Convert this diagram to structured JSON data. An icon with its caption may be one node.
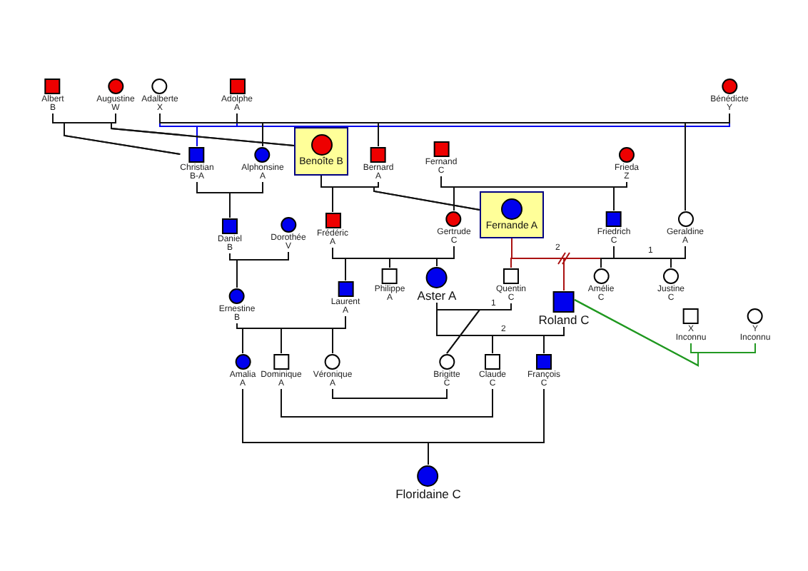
{
  "diagram": {
    "nodes": [
      {
        "text": [
          "Albert",
          "B"
        ]
      },
      {
        "text": [
          "Augustine",
          "W"
        ]
      },
      {
        "text": [
          "Adalberte",
          "X"
        ]
      },
      {
        "text": [
          "Adolphe",
          "A"
        ]
      },
      {
        "text": [
          "Bénédicte",
          "Y"
        ]
      },
      {
        "text": [
          "Christian",
          "B-A"
        ]
      },
      {
        "text": [
          "Alphonsine",
          "A"
        ]
      },
      {
        "text": [
          "Benoîte B"
        ]
      },
      {
        "text": [
          "Bernard",
          "A"
        ]
      },
      {
        "text": [
          "Fernand",
          "C"
        ]
      },
      {
        "text": [
          "Frieda",
          "Z"
        ]
      },
      {
        "text": [
          "Frédéric",
          "A"
        ]
      },
      {
        "text": [
          "Gertrude",
          "C"
        ]
      },
      {
        "text": [
          "Fernande A"
        ]
      },
      {
        "text": [
          "Friedrich",
          "C"
        ]
      },
      {
        "text": [
          "Geraldine",
          "A"
        ]
      },
      {
        "text": [
          "Daniel",
          "B"
        ]
      },
      {
        "text": [
          "Dorothée",
          "V"
        ]
      },
      {
        "text": [
          "Philippe",
          "A"
        ]
      },
      {
        "text": [
          "Aster A"
        ]
      },
      {
        "text": [
          "Laurent",
          "A"
        ]
      },
      {
        "text": [
          "Ernestine",
          "B"
        ]
      },
      {
        "text": [
          "Quentin",
          "C"
        ]
      },
      {
        "text": [
          "Amélie",
          "C"
        ]
      },
      {
        "text": [
          "Justine",
          "C"
        ]
      },
      {
        "text": [
          "Roland C"
        ]
      },
      {
        "text": [
          "X",
          "Inconnu"
        ]
      },
      {
        "text": [
          "Y",
          "Inconnu"
        ]
      },
      {
        "text": [
          "Amalia",
          "A"
        ]
      },
      {
        "text": [
          "Dominique",
          "A"
        ]
      },
      {
        "text": [
          "Véronique",
          "A"
        ]
      },
      {
        "text": [
          "Brigitte",
          "C"
        ]
      },
      {
        "text": [
          "Claude",
          "C"
        ]
      },
      {
        "text": [
          "François",
          "C"
        ]
      },
      {
        "text": [
          "Floridaine C"
        ]
      }
    ],
    "edges": [
      {
        "from": 2,
        "to": 5,
        "arrow": "none",
        "color": "#0000ee"
      },
      {
        "from": 3,
        "to": 5,
        "arrow": "none",
        "color": "#0000ee"
      },
      {
        "from": 4,
        "to": 5,
        "arrow": "none",
        "color": "#0000ee"
      },
      {
        "from": 2,
        "to": 6,
        "arrow": "none"
      },
      {
        "from": 3,
        "to": 6,
        "arrow": "none"
      },
      {
        "from": 4,
        "to": 6,
        "arrow": "none"
      },
      {
        "from": 2,
        "to": 8,
        "arrow": "none"
      },
      {
        "from": 3,
        "to": 8,
        "arrow": "none"
      },
      {
        "from": 4,
        "to": 8,
        "arrow": "none"
      },
      {
        "from": 2,
        "to": 15,
        "arrow": "none"
      },
      {
        "from": 3,
        "to": 15,
        "arrow": "none"
      },
      {
        "from": 4,
        "to": 15,
        "arrow": "none"
      },
      {
        "from": 0,
        "to": 5,
        "arrow": "none"
      },
      {
        "from": 1,
        "to": 5,
        "arrow": "none"
      },
      {
        "from": 0,
        "to": 7,
        "arrow": "none"
      },
      {
        "from": 1,
        "to": 7,
        "arrow": "none"
      },
      {
        "from": 5,
        "to": 16,
        "arrow": "none"
      },
      {
        "from": 6,
        "to": 16,
        "arrow": "none"
      },
      {
        "from": 7,
        "to": 11,
        "arrow": "none"
      },
      {
        "from": 8,
        "to": 11,
        "arrow": "none"
      },
      {
        "from": 7,
        "to": 13,
        "arrow": "none"
      },
      {
        "from": 8,
        "to": 13,
        "arrow": "none"
      },
      {
        "from": 9,
        "to": 12,
        "arrow": "none"
      },
      {
        "from": 10,
        "to": 12,
        "arrow": "none"
      },
      {
        "from": 9,
        "to": 14,
        "arrow": "none"
      },
      {
        "from": 10,
        "to": 14,
        "arrow": "none"
      },
      {
        "from": 16,
        "to": 21,
        "arrow": "none"
      },
      {
        "from": 17,
        "to": 21,
        "arrow": "none"
      },
      {
        "from": 11,
        "to": 20,
        "arrow": "none"
      },
      {
        "from": 12,
        "to": 20,
        "arrow": "none"
      },
      {
        "from": 11,
        "to": 18,
        "arrow": "none"
      },
      {
        "from": 12,
        "to": 18,
        "arrow": "none"
      },
      {
        "from": 11,
        "to": 19,
        "arrow": "none"
      },
      {
        "from": 12,
        "to": 19,
        "arrow": "none"
      },
      {
        "from": 13,
        "to": 22,
        "arrow": "none",
        "color": "#aa1111"
      },
      {
        "from": 14,
        "to": 22,
        "arrow": "none",
        "color": "#aa1111"
      },
      {
        "from": 13,
        "to": 25,
        "arrow": "none",
        "color": "#aa1111",
        "label": "2"
      },
      {
        "from": 14,
        "to": 25,
        "arrow": "none",
        "color": "#aa1111"
      },
      {
        "from": 14,
        "to": 23,
        "arrow": "none"
      },
      {
        "from": 15,
        "to": 23,
        "arrow": "none",
        "label": "1"
      },
      {
        "from": 14,
        "to": 24,
        "arrow": "none"
      },
      {
        "from": 15,
        "to": 24,
        "arrow": "none"
      },
      {
        "from": 26,
        "to": 25,
        "arrow": "none",
        "color": "#229922"
      },
      {
        "from": 27,
        "to": 25,
        "arrow": "none",
        "color": "#229922"
      },
      {
        "from": 21,
        "to": 28,
        "arrow": "none"
      },
      {
        "from": 20,
        "to": 28,
        "arrow": "none"
      },
      {
        "from": 21,
        "to": 29,
        "arrow": "none"
      },
      {
        "from": 20,
        "to": 29,
        "arrow": "none"
      },
      {
        "from": 21,
        "to": 30,
        "arrow": "none"
      },
      {
        "from": 20,
        "to": 30,
        "arrow": "none"
      },
      {
        "from": 19,
        "to": 31,
        "arrow": "none"
      },
      {
        "from": 22,
        "to": 31,
        "arrow": "none",
        "label": "1"
      },
      {
        "from": 19,
        "to": 32,
        "arrow": "none"
      },
      {
        "from": 25,
        "to": 32,
        "arrow": "none",
        "label": "2"
      },
      {
        "from": 19,
        "to": 33,
        "arrow": "none"
      },
      {
        "from": 25,
        "to": 33,
        "arrow": "none"
      },
      {
        "from": 30,
        "to": 31,
        "arrow": "none"
      },
      {
        "from": 29,
        "to": 32,
        "arrow": "none"
      },
      {
        "from": 28,
        "to": 34,
        "arrow": "none"
      },
      {
        "from": 33,
        "to": 34,
        "arrow": "none"
      }
    ]
  }
}
